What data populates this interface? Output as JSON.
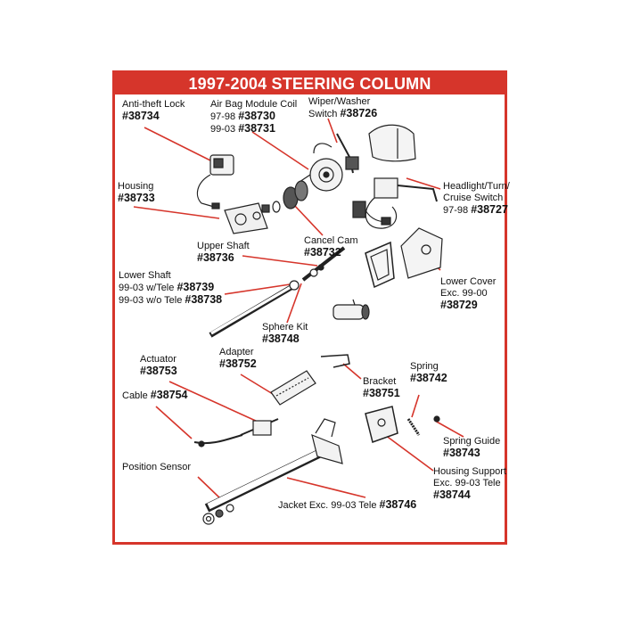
{
  "title": "1997-2004 STEERING COLUMN",
  "colors": {
    "accent": "#d6352b",
    "leader": "#d6352b",
    "line_art": "#222222"
  },
  "labels": {
    "anti_theft": {
      "line1": "Anti-theft Lock",
      "part": "#38734"
    },
    "air_bag": {
      "line1": "Air Bag Module Coil",
      "line2_prefix": "97-98 ",
      "line2_part": "#38730",
      "line3_prefix": "99-03 ",
      "line3_part": "#38731"
    },
    "wiper": {
      "line1": "Wiper/Washer",
      "line2_prefix": "Switch ",
      "line2_part": "#38726"
    },
    "headlight": {
      "line1": "Headlight/Turn/",
      "line2": "Cruise Switch",
      "line3_prefix": "97-98 ",
      "line3_part": "#38727"
    },
    "housing": {
      "line1": "Housing",
      "part": "#38733"
    },
    "upper_shaft": {
      "line1": "Upper Shaft",
      "part": "#38736"
    },
    "cancel_cam": {
      "line1": "Cancel Cam",
      "part": "#38732"
    },
    "lower_shaft": {
      "line1": "Lower Shaft",
      "line2_prefix": "99-03 w/Tele ",
      "line2_part": "#38739",
      "line3_prefix": "99-03 w/o Tele ",
      "line3_part": "#38738"
    },
    "lower_cover": {
      "line1": "Lower Cover",
      "line2": "Exc. 99-00",
      "part": "#38729"
    },
    "sphere_kit": {
      "line1": "Sphere Kit",
      "part": "#38748"
    },
    "actuator": {
      "line1": "Actuator",
      "part": "#38753"
    },
    "adapter": {
      "line1": "Adapter",
      "part": "#38752"
    },
    "bracket": {
      "line1": "Bracket",
      "part": "#38751"
    },
    "spring": {
      "line1": "Spring",
      "part": "#38742"
    },
    "cable": {
      "prefix": "Cable ",
      "part": "#38754"
    },
    "spring_guide": {
      "line1": "Spring Guide",
      "part": "#38743"
    },
    "position_sensor": {
      "line1": "Position Sensor"
    },
    "housing_support": {
      "line1": "Housing Support",
      "line2": "Exc. 99-03 Tele",
      "part": "#38744"
    },
    "jacket": {
      "prefix": "Jacket Exc. 99-03 Tele ",
      "part": "#38746"
    }
  }
}
